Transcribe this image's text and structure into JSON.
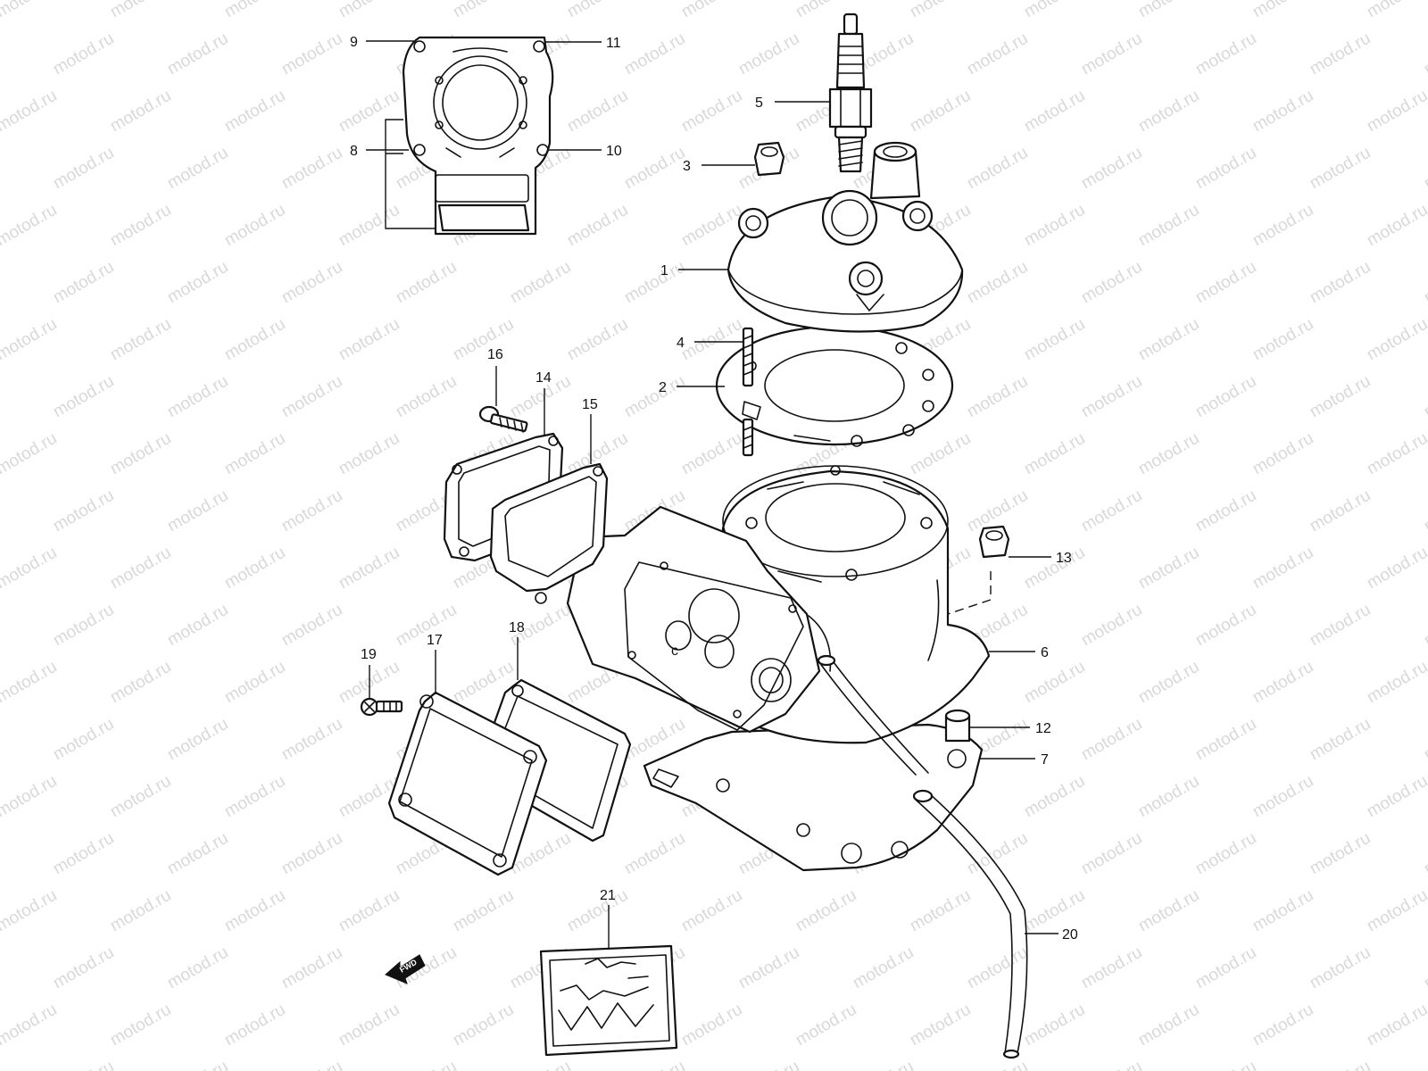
{
  "watermark": "motod.ru",
  "forward_label": "FWD",
  "callouts": [
    {
      "id": "1",
      "label": "1"
    },
    {
      "id": "2",
      "label": "2"
    },
    {
      "id": "3",
      "label": "3"
    },
    {
      "id": "4",
      "label": "4"
    },
    {
      "id": "5",
      "label": "5"
    },
    {
      "id": "6",
      "label": "6"
    },
    {
      "id": "7",
      "label": "7"
    },
    {
      "id": "8",
      "label": "8"
    },
    {
      "id": "9",
      "label": "9"
    },
    {
      "id": "10",
      "label": "10"
    },
    {
      "id": "11",
      "label": "11"
    },
    {
      "id": "12",
      "label": "12"
    },
    {
      "id": "13",
      "label": "13"
    },
    {
      "id": "14",
      "label": "14"
    },
    {
      "id": "15",
      "label": "15"
    },
    {
      "id": "16",
      "label": "16"
    },
    {
      "id": "17",
      "label": "17"
    },
    {
      "id": "18",
      "label": "18"
    },
    {
      "id": "19",
      "label": "19"
    },
    {
      "id": "20",
      "label": "20"
    },
    {
      "id": "21",
      "label": "21"
    }
  ]
}
